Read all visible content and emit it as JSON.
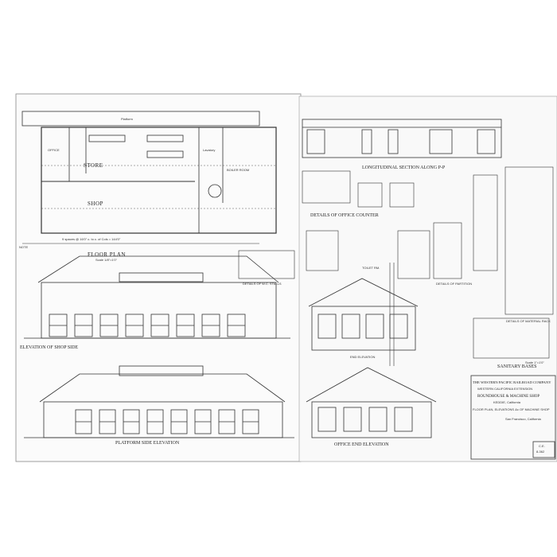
{
  "sheet": {
    "views": {
      "floor_plan": "FLOOR PLAN",
      "floor_plan_scale": "Scale 1/8\"=1'0\"",
      "shop_elevation": "ELEVATION OF SHOP SIDE",
      "platform_elevation": "PLATFORM SIDE ELEVATION",
      "office_end_elevation": "OFFICE END ELEVATION",
      "end_elevation": "END ELEVATION",
      "long_section": "LONGITUDINAL SECTION ALONG P-P",
      "office_counter": "DETAILS OF OFFICE COUNTER",
      "wc_stalls": "DETAILS OF W.C. STALLS",
      "toilet_rm": "TOILET RM.",
      "partition": "DETAILS OF PARTITION",
      "material_rack": "DETAILS OF MATERIAL RACK",
      "sanitary_bases": "SANITARY BASES",
      "sanitary_scale": "Scale 1\"=1'0\""
    },
    "rooms": {
      "office": "OFFICE",
      "store": "STORE",
      "shop": "SHOP",
      "boiler_room": "BOILER ROOM",
      "platform": "Platform",
      "lavatory": "Lavatory"
    },
    "notes": {
      "note_heading": "NOTE",
      "spacing": "9 spaces @ 16'0\" c. to c. of Cols = 144'0\""
    },
    "title_block": {
      "company": "THE WESTERN PACIFIC RAILROAD COMPANY",
      "extension": "WESTERN CALIFORNIA EXTENSION",
      "project": "ROUNDHOUSE & MACHINE SHOP",
      "location": "KEDDIE, California",
      "sheet_title": "FLOOR PLAN, ELEVATIONS &c OF MACHINE SHOP",
      "office": "San Francisco, California",
      "sheet_number_a": "C.E.",
      "sheet_number_b": "8-362"
    }
  }
}
